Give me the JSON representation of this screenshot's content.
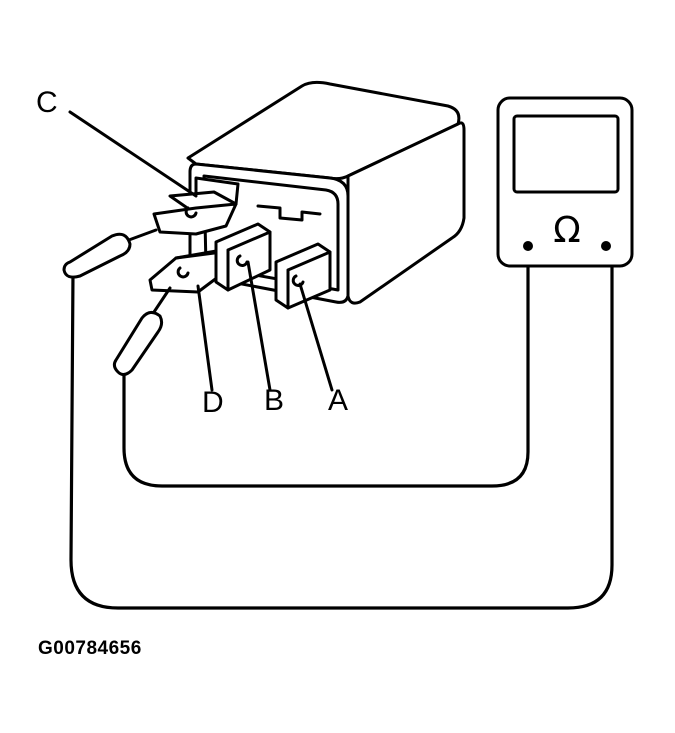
{
  "labels": {
    "terminal_a": "A",
    "terminal_b": "B",
    "terminal_c": "C",
    "terminal_d": "D",
    "ohm_symbol": "Ω"
  },
  "figure_id": "G00784656"
}
